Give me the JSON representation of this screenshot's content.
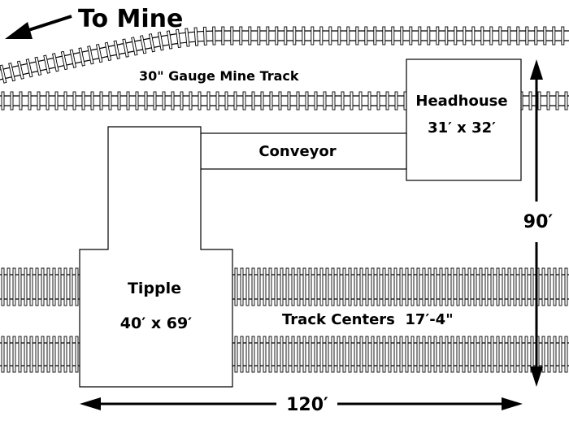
{
  "labels": {
    "to_mine": "To Mine",
    "mine_track": "30\" Gauge Mine Track",
    "headhouse_name": "Headhouse",
    "headhouse_size": "31′ x 32′",
    "conveyor": "Conveyor",
    "tipple_name": "Tipple",
    "tipple_size": "40′ x 69′",
    "track_centers": "Track Centers  17′-4\"",
    "width_dim": "120′",
    "height_dim": "90′"
  },
  "colors": {
    "line": "#000000",
    "background": "#ffffff"
  }
}
